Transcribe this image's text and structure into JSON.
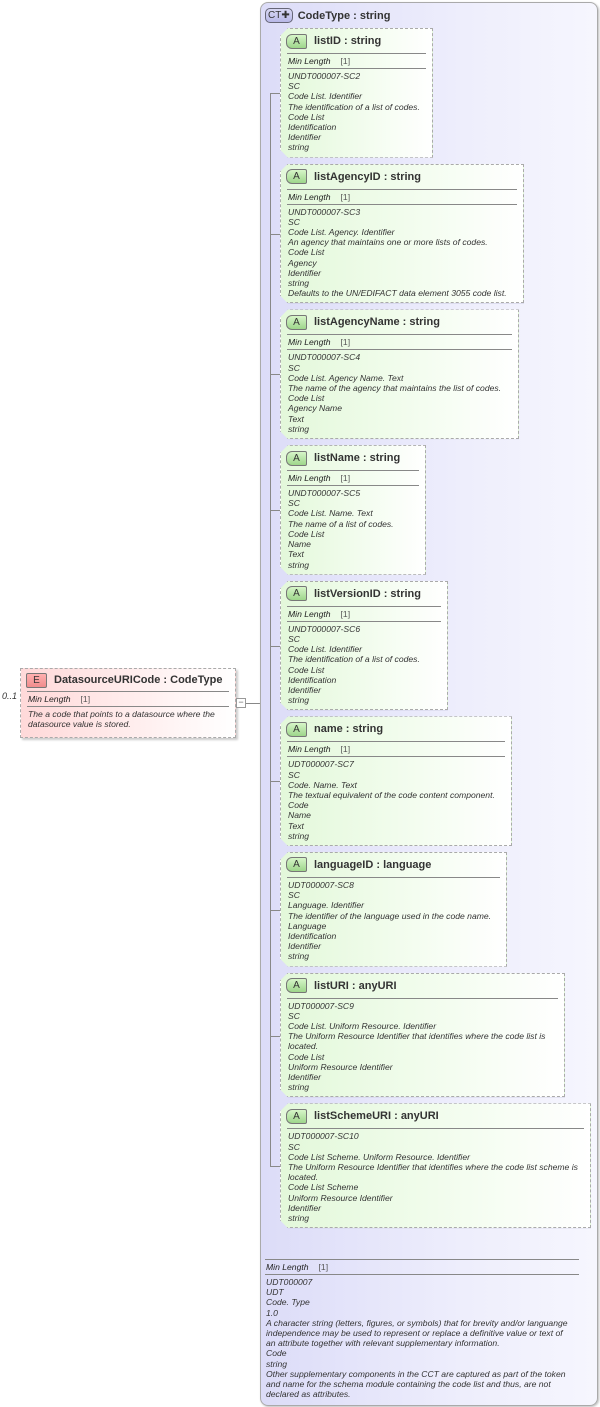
{
  "element": {
    "occurrence": "0..1",
    "badge": "E",
    "name": "DatasourceURICode",
    "type": "CodeType",
    "facet_label": "Min Length",
    "facet_value": "[1]",
    "doc": [
      "The a code that points to a datasource where the datasource value is stored."
    ]
  },
  "complex_type": {
    "badge": "CT",
    "name": "CodeType",
    "base": "string",
    "facet_label": "Min Length",
    "facet_value": "[1]",
    "doc": [
      "UDT000007",
      "UDT",
      "Code. Type",
      "1.0",
      "A character string (letters, figures, or symbols) that for brevity and/or languange independence may be used to represent or replace a definitive value or text of an attribute together with relevant supplementary information.",
      "Code",
      "string",
      "Other supplementary components in the CCT are captured as part of the token and name for the schema module containing the code list and thus, are not declared as attributes."
    ]
  },
  "attributes": [
    {
      "badge": "A",
      "name": "listID",
      "type": "string",
      "facet_label": "Min Length",
      "facet_value": "[1]",
      "doc": [
        "UNDT000007-SC2",
        "SC",
        "Code List. Identifier",
        "The identification of a list of codes.",
        "Code List",
        "Identification",
        "Identifier",
        "string"
      ]
    },
    {
      "badge": "A",
      "name": "listAgencyID",
      "type": "string",
      "facet_label": "Min Length",
      "facet_value": "[1]",
      "doc": [
        "UNDT000007-SC3",
        "SC",
        "Code List. Agency. Identifier",
        "An agency that maintains one or more lists of codes.",
        "Code List",
        "Agency",
        "Identifier",
        "string",
        "Defaults to the UN/EDIFACT data element 3055 code list."
      ]
    },
    {
      "badge": "A",
      "name": "listAgencyName",
      "type": "string",
      "facet_label": "Min Length",
      "facet_value": "[1]",
      "doc": [
        "UNDT000007-SC4",
        "SC",
        "Code List. Agency Name. Text",
        "The name of the agency that maintains the list of codes.",
        "Code List",
        "Agency Name",
        "Text",
        "string"
      ]
    },
    {
      "badge": "A",
      "name": "listName",
      "type": "string",
      "facet_label": "Min Length",
      "facet_value": "[1]",
      "doc": [
        "UNDT000007-SC5",
        "SC",
        "Code List. Name. Text",
        "The name of a list of codes.",
        "Code List",
        "Name",
        "Text",
        "string"
      ]
    },
    {
      "badge": "A",
      "name": "listVersionID",
      "type": "string",
      "facet_label": "Min Length",
      "facet_value": "[1]",
      "doc": [
        "UNDT000007-SC6",
        "SC",
        "Code List. Identifier",
        "The identification of a list of codes.",
        "Code List",
        "Identification",
        "Identifier",
        "string"
      ]
    },
    {
      "badge": "A",
      "name": "name",
      "type": "string",
      "facet_label": "Min Length",
      "facet_value": "[1]",
      "doc": [
        "UDT000007-SC7",
        "SC",
        "Code. Name. Text",
        "The textual equivalent of the code content component.",
        "Code",
        "Name",
        "Text",
        "string"
      ]
    },
    {
      "badge": "A",
      "name": "languageID",
      "type": "language",
      "doc": [
        "UDT000007-SC8",
        "SC",
        "Language. Identifier",
        "The identifier of the language used in the code name.",
        "Language",
        "Identification",
        "Identifier",
        "string"
      ]
    },
    {
      "badge": "A",
      "name": "listURI",
      "type": "anyURI",
      "doc": [
        "UDT000007-SC9",
        "SC",
        "Code List. Uniform Resource. Identifier",
        "The Uniform Resource Identifier that identifies where the code list is located.",
        "Code List",
        "Uniform Resource Identifier",
        "Identifier",
        "string"
      ]
    },
    {
      "badge": "A",
      "name": "listSchemeURI",
      "type": "anyURI",
      "doc": [
        "UDT000007-SC10",
        "SC",
        "Code List Scheme. Uniform Resource. Identifier",
        "The Uniform Resource Identifier that identifies where the code list scheme is located.",
        "Code List Scheme",
        "Uniform Resource Identifier",
        "Identifier",
        "string"
      ]
    }
  ]
}
